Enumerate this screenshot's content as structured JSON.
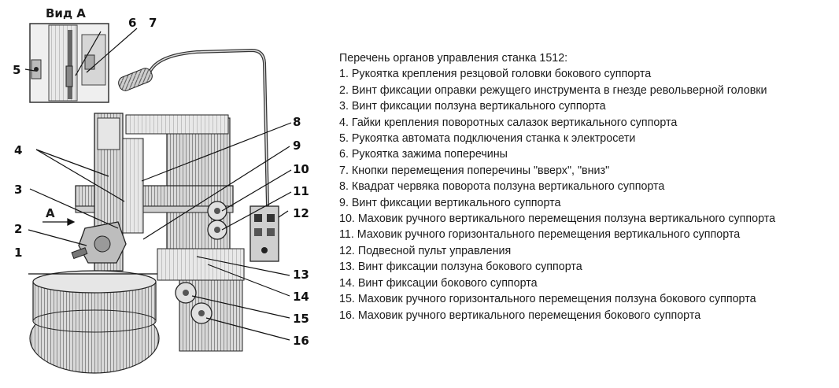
{
  "view": {
    "label": "Вид А",
    "arrow_label": "А"
  },
  "callouts": [
    "1",
    "2",
    "3",
    "4",
    "5",
    "6",
    "7",
    "8",
    "9",
    "10",
    "11",
    "12",
    "13",
    "14",
    "15",
    "16"
  ],
  "legend": {
    "title": "Перечень органов управления станка 1512:",
    "items": [
      "1. Рукоятка крепления резцовой головки бокового суппорта",
      "2. Винт фиксации оправки режущего инструмента в гнезде револьверной головки",
      "3. Винт фиксации ползуна вертикального суппорта",
      "4. Гайки крепления поворотных салазок вертикального суппорта",
      "5. Рукоятка автомата подключения станка к электросети",
      "6. Рукоятка зажима поперечины",
      "7. Кнопки перемещения поперечины \"вверх\", \"вниз\"",
      "8. Квадрат червяка поворота ползуна вертикального суппорта",
      "9. Винт фиксации вертикального суппорта",
      "10. Маховик ручного вертикального перемещения ползуна вертикального суппорта",
      "11. Маховик ручного горизонтального перемещения вертикального суппорта",
      "12. Подвесной пульт управления",
      "13. Винт фиксации ползуна бокового суппорта",
      "14. Винт фиксации бокового суппорта",
      "15. Маховик ручного горизонтального перемещения ползуна бокового суппорта",
      "16. Маховик ручного вертикального перемещения бокового суппорта"
    ]
  }
}
